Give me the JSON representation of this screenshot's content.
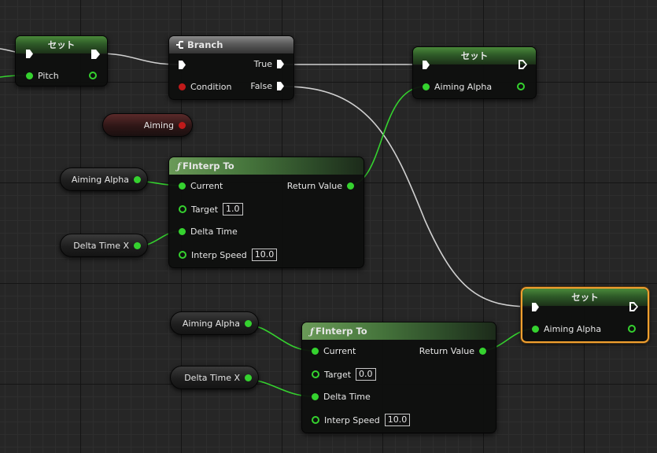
{
  "nodes": {
    "set_pitch": {
      "title": "セット",
      "pin_label": "Pitch"
    },
    "branch": {
      "title": "Branch",
      "true_label": "True",
      "false_label": "False",
      "condition_label": "Condition"
    },
    "set_aiming_top": {
      "title": "セット",
      "pin_label": "Aiming Alpha"
    },
    "set_aiming_bottom": {
      "title": "セット",
      "pin_label": "Aiming Alpha"
    },
    "finterp_top": {
      "title": "FInterp To",
      "current_label": "Current",
      "return_label": "Return Value",
      "target_label": "Target",
      "target_value": "1.0",
      "delta_label": "Delta Time",
      "speed_label": "Interp Speed",
      "speed_value": "10.0"
    },
    "finterp_bottom": {
      "title": "FInterp To",
      "current_label": "Current",
      "return_label": "Return Value",
      "target_label": "Target",
      "target_value": "0.0",
      "delta_label": "Delta Time",
      "speed_label": "Interp Speed",
      "speed_value": "10.0"
    }
  },
  "variables": {
    "aiming": "Aiming",
    "aiming_alpha_1": "Aiming Alpha",
    "delta_time_1": "Delta Time X",
    "aiming_alpha_2": "Aiming Alpha",
    "delta_time_2": "Delta Time X"
  },
  "colors": {
    "float_pin": "#35d22f",
    "bool_pin": "#c01a1a",
    "exec_wire": "#d8d8d8",
    "selection": "#f0a030"
  }
}
